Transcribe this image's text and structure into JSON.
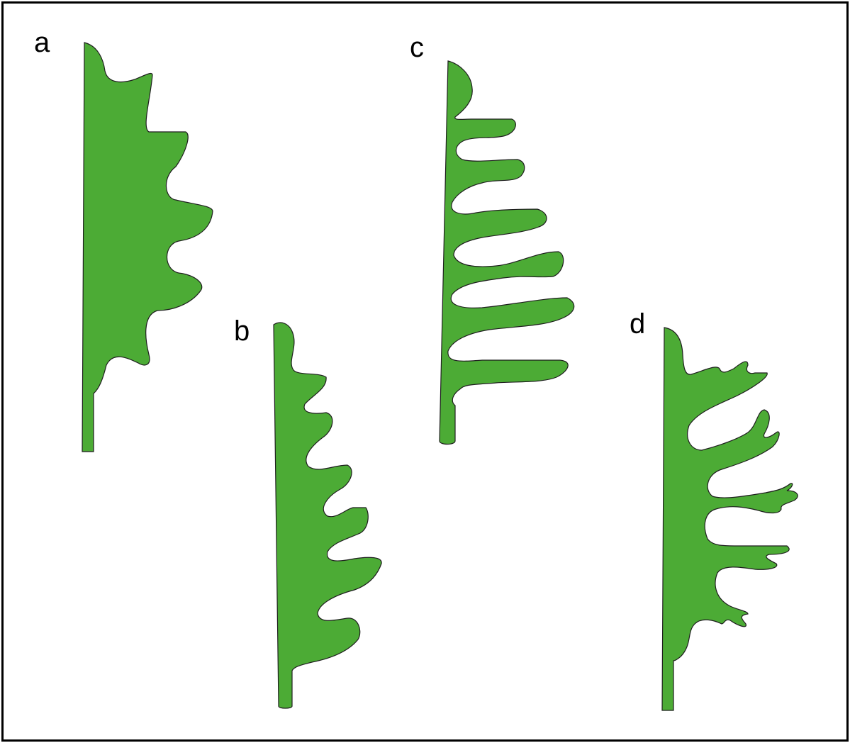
{
  "leaf_color": "#4cab35",
  "outline_color": "#1e1e1e",
  "panels": [
    {
      "label": "a"
    },
    {
      "label": "b"
    },
    {
      "label": "c"
    },
    {
      "label": "d"
    }
  ]
}
